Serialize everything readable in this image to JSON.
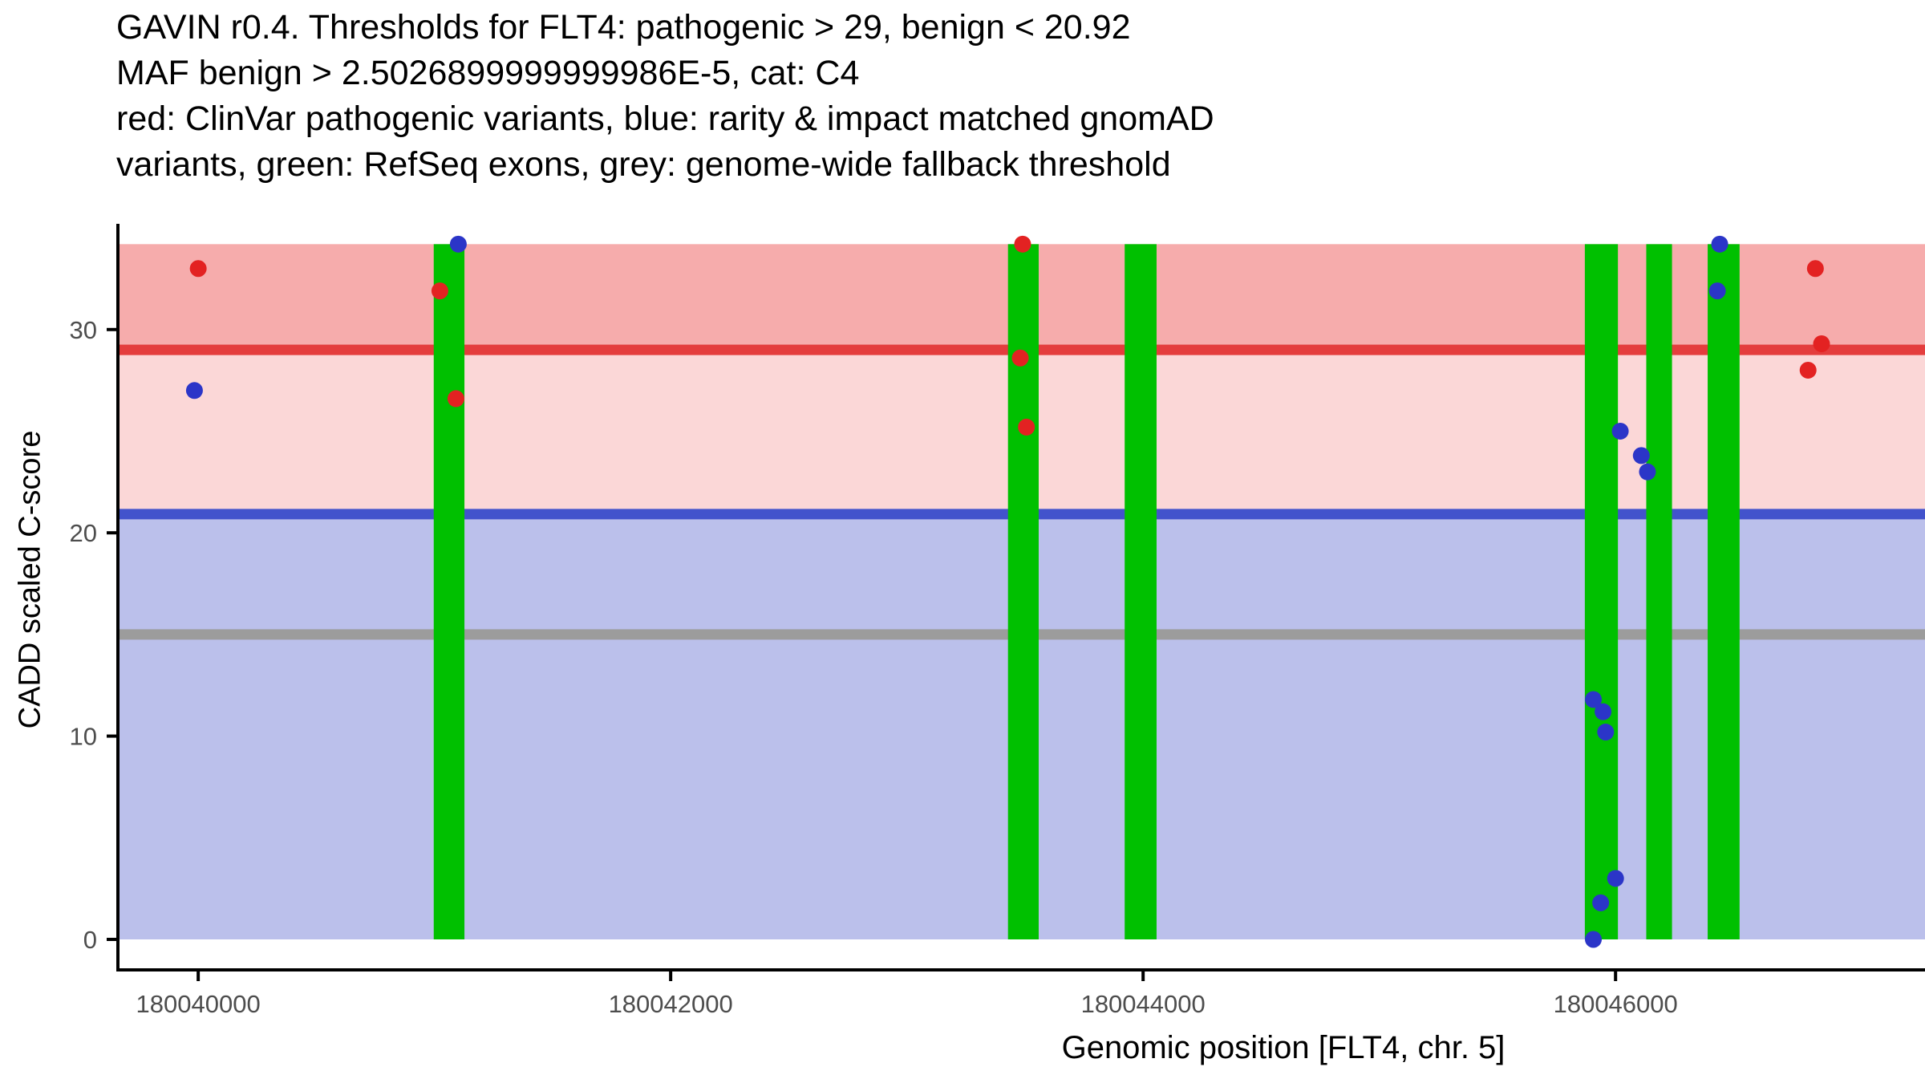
{
  "title": {
    "line1": "GAVIN r0.4. Thresholds for FLT4: pathogenic > 29, benign < 20.92",
    "line2": "MAF benign > 2.5026899999999986E-5, cat: C4",
    "line3": "red: ClinVar pathogenic variants, blue: rarity & impact matched gnomAD",
    "line4": "variants, green: RefSeq exons, grey: genome-wide fallback threshold"
  },
  "chart_data": {
    "type": "scatter",
    "title": "GAVIN r0.4. Thresholds for FLT4: pathogenic > 29, benign < 20.92 MAF benign > 2.5026899999999986E-5, cat: C4",
    "xlabel": "Genomic position [FLT4, chr. 5]",
    "ylabel": "CADD scaled C-score",
    "xlim": [
      180039660,
      180047310
    ],
    "ylim": [
      -1.5,
      35.2
    ],
    "xticks": [
      180040000,
      180042000,
      180044000,
      180046000
    ],
    "yticks": [
      0,
      10,
      20,
      30
    ],
    "grid": false,
    "legend_position": "none",
    "thresholds": {
      "pathogenic_gt": 29,
      "benign_lt": 20.92,
      "maf_benign_gt": "2.5026899999999986E-5",
      "category": "C4",
      "genome_wide_fallback": 15
    },
    "axis_colors": {
      "axis_line": "#000000",
      "tick_label": "#4D4D4D"
    },
    "bands": [
      {
        "name": "pathogenic-region",
        "y_from": 29,
        "y_to": 34.2,
        "color": "#F6ACAC"
      },
      {
        "name": "vous-region",
        "y_from": 20.92,
        "y_to": 29,
        "color": "#FBD7D7"
      },
      {
        "name": "benign-region",
        "y_from": 0,
        "y_to": 20.92,
        "color": "#BBC0EB"
      }
    ],
    "threshold_lines": [
      {
        "name": "pathogenic-threshold-line",
        "y": 29,
        "color": "#E43D3D"
      },
      {
        "name": "benign-threshold-line",
        "y": 20.92,
        "color": "#4253CC"
      },
      {
        "name": "genome-wide-fallback-line",
        "y": 15,
        "color": "#9C9C9C"
      }
    ],
    "exon_color": "#00C000",
    "exons": [
      {
        "x_from": 180040997,
        "x_to": 180041127
      },
      {
        "x_from": 180043428,
        "x_to": 180043558
      },
      {
        "x_from": 180043922,
        "x_to": 180044057
      },
      {
        "x_from": 180045870,
        "x_to": 180046010
      },
      {
        "x_from": 180046130,
        "x_to": 180046239
      },
      {
        "x_from": 180046390,
        "x_to": 180046525
      }
    ],
    "series": [
      {
        "name": "ClinVar pathogenic variants",
        "id": "clinvar-pathogenic-variant",
        "color": "#E32222",
        "points": [
          [
            180040000,
            33.0
          ],
          [
            180041023,
            31.9
          ],
          [
            180041091,
            26.6
          ],
          [
            180043490,
            34.2
          ],
          [
            180043480,
            28.6
          ],
          [
            180043506,
            25.2
          ],
          [
            180046846,
            33.0
          ],
          [
            180046872,
            29.3
          ],
          [
            180046815,
            28.0
          ]
        ]
      },
      {
        "name": "rarity & impact matched gnomAD variants",
        "id": "gnomad-matched-variant",
        "color": "#2B35C8",
        "points": [
          [
            180039984,
            27.0
          ],
          [
            180041101,
            34.2
          ],
          [
            180046020,
            25.0
          ],
          [
            180046109,
            23.8
          ],
          [
            180046135,
            23.0
          ],
          [
            180045906,
            11.8
          ],
          [
            180045947,
            11.2
          ],
          [
            180045958,
            10.2
          ],
          [
            180046000,
            3.0
          ],
          [
            180045937,
            1.8
          ],
          [
            180045906,
            0.0
          ],
          [
            180046441,
            34.2
          ],
          [
            180046431,
            31.9
          ]
        ]
      }
    ]
  }
}
